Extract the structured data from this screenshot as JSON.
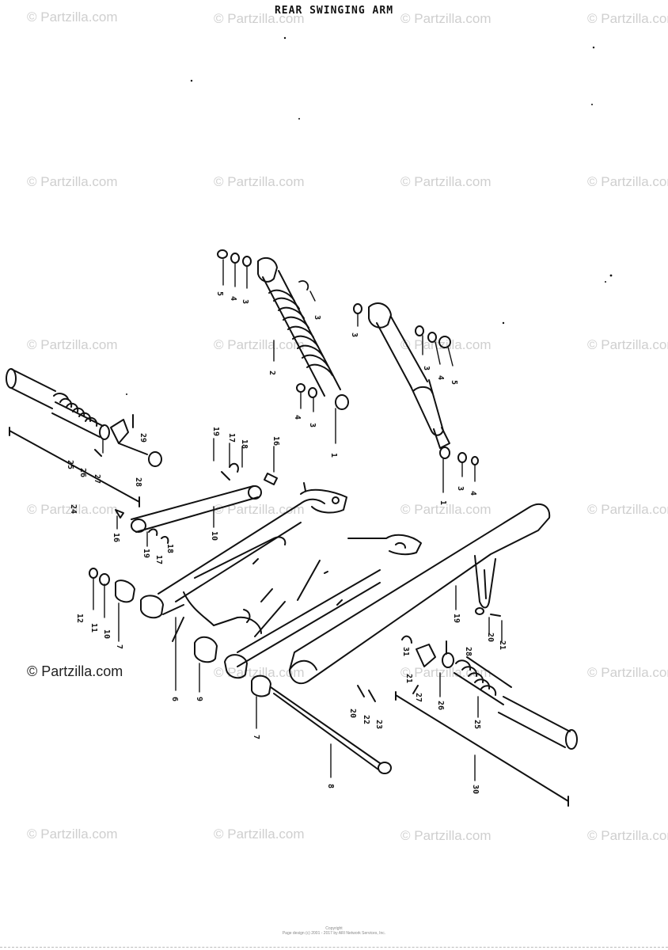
{
  "diagram": {
    "title": "REAR SWINGING ARM"
  },
  "watermark": {
    "text": "© Partzilla.com"
  },
  "callouts": {
    "shock_top_left_5": "5",
    "shock_top_left_4": "4",
    "shock_top_left_3": "3",
    "shock_left_upper_3": "3",
    "shock_left_2": "2",
    "shock_left_lower_4": "4",
    "shock_left_lower_3": "3",
    "shock_left_1": "1",
    "shock_right_3_top": "3",
    "shock_right_3": "3",
    "shock_right_4": "4",
    "shock_right_5": "5",
    "shock_right_1": "1",
    "shock_right_3_low": "3",
    "shock_right_4_low": "4",
    "footrest_left_29": "29",
    "footrest_left_25": "25",
    "footrest_left_26": "26",
    "footrest_left_27": "27",
    "footrest_left_28": "28",
    "footrest_left_24": "24",
    "brake_rod_19": "19",
    "brake_rod_17": "17",
    "brake_rod_18": "18",
    "brake_rod_16": "16",
    "brake_rod_16b": "16",
    "brake_rod_10": "10",
    "brake_rod_19b": "19",
    "brake_rod_17b": "17",
    "brake_rod_18b": "18",
    "pivot_12": "12",
    "pivot_11": "11",
    "pivot_10": "10",
    "pivot_7": "7",
    "arm_6": "6",
    "arm_9": "9",
    "arm_7": "7",
    "arm_8": "8",
    "chain_case_19": "19",
    "chain_case_20": "20",
    "chain_case_21": "21",
    "chain_case_20b": "20",
    "chain_case_22": "22",
    "chain_case_23": "23",
    "footrest_right_31": "31",
    "footrest_right_28": "28",
    "footrest_right_21": "21",
    "footrest_right_26": "26",
    "footrest_right_27": "27",
    "footrest_right_25": "25",
    "footrest_right_30": "30"
  },
  "footer": {
    "line1": "Copyright",
    "line2": "Page design (c) 2001 - 2017 by ARI Network Services, Inc."
  }
}
